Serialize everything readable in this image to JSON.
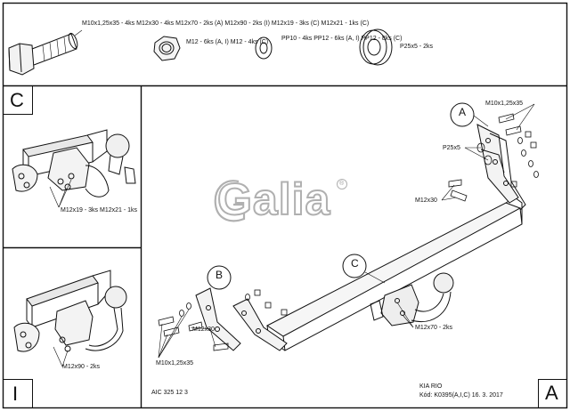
{
  "parts": {
    "bolt_specs": [
      "M10x1,25x35 - 4ks",
      "M12x30 - 4ks",
      "M12x70 - 2ks (A)",
      "M12x90 - 2ks (I)",
      "M12x19 - 3ks (C)",
      "M12x21 - 1ks (C)"
    ],
    "nut_specs": [
      "M12 - 6ks (A, I)",
      "M12 - 4ks (C)"
    ],
    "washer_specs": [
      "PP10 - 4ks",
      "PP12 - 6ks (A, I)",
      "PP12 - 8ks (C)"
    ],
    "spacer_spec": "P25x5 - 2ks"
  },
  "panel_c": {
    "letter": "C",
    "labels": [
      "M12x19 - 3ks",
      "M12x21 - 1ks"
    ]
  },
  "panel_i": {
    "letter": "I",
    "label": "M12x90 - 2ks"
  },
  "main": {
    "callout_a": "A",
    "callout_b": "B",
    "callout_c": "C",
    "label_a_bolt": "M10x1,25x35",
    "label_a_spacer": "P25x5",
    "label_a_m12x30": "M12x30",
    "label_b_m12x30": "M12x30",
    "label_b_m10": "M10x1,25x35",
    "label_m12x70": "M12x70 - 2ks",
    "logo": "Galia",
    "logo_mark": "®",
    "doc_code": "AIC 325 12 3",
    "vehicle": "KIA RIO",
    "drawing_code": "Kód: K0395(A,I,C)  16. 3. 2017",
    "variant_letter": "A"
  }
}
